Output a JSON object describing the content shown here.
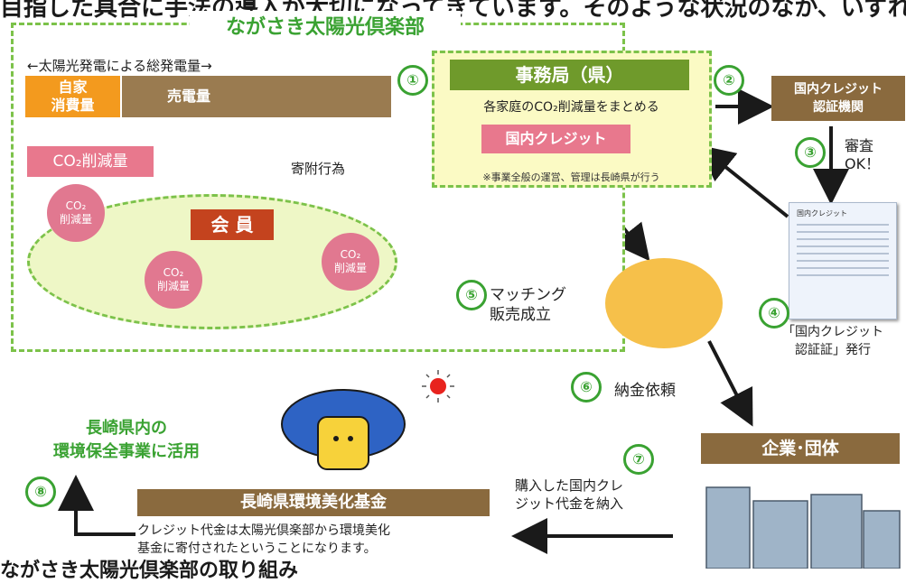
{
  "header": {
    "cut_text": "目指した具合に手法の導入が大切になってきています。そのような状況のなか、いずれの指標を設定して"
  },
  "club": {
    "title": "ながさき太陽光倶楽部",
    "total_label": "←太陽光発電による総発電量→",
    "self_consumption": "自家\n消費量",
    "sold_power": "売電量",
    "co2_reduction": "CO₂削減量",
    "members_label": "会 員",
    "bubbles": [
      "CO₂\n削減量",
      "CO₂\n削減量",
      "CO₂\n削減量"
    ],
    "donation": "寄附行為"
  },
  "steps": [
    "①",
    "②",
    "③",
    "④",
    "⑤",
    "⑥",
    "⑦",
    "⑧"
  ],
  "office": {
    "title": "事務局（県）",
    "subtitle": "各家庭のCO₂削減量をまとめる",
    "credit": "国内クレジット",
    "note": "※事業全般の運営、管理は長崎県が行う"
  },
  "cert_org": "国内クレジット\n認証機関",
  "review": "審査\nOK！",
  "certificate": {
    "doc_title": "国内クレジット",
    "issue_label": "「国内クレジット\n認証証」発行"
  },
  "matching": "マッチング\n販売成立",
  "pay_request": "納金依頼",
  "company": "企業･団体",
  "purchase": "購入した国内クレ\nジット代金を納入",
  "fund": {
    "title": "長崎県環境美化基金",
    "note": "クレジット代金は太陽光倶楽部から環境美化\n基金に寄付されたということになります。"
  },
  "env_use": "長崎県内の\n環境保全事業に活用",
  "footer": {
    "cut_text": "ながさき太陽光倶楽部の取り組み"
  },
  "colors": {
    "green": "#3aa232",
    "brown": "#8a6a3e",
    "pink": "#e8788d",
    "orange": "#f39a1e"
  }
}
